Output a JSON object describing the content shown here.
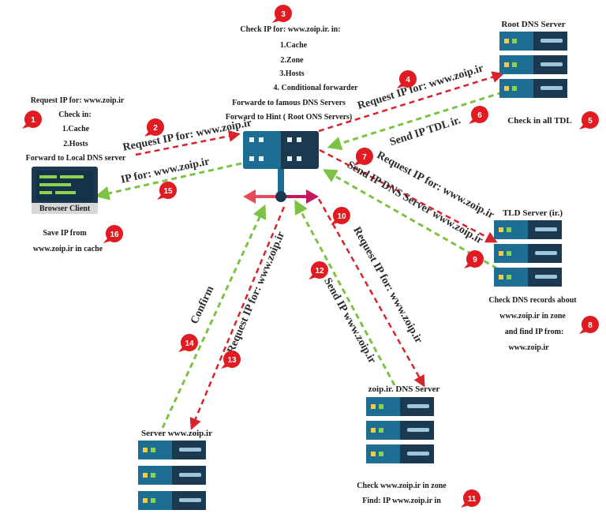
{
  "colors": {
    "red_arrow": "#d9232a",
    "green_arrow": "#7cc243",
    "badge": "#e01b22",
    "server_dark": "#1b3a52",
    "server_light": "#1e6e94",
    "led_yellow": "#f7c948",
    "led_green": "#8bd34c"
  },
  "nodes": {
    "central_notes": {
      "lines": [
        "Check IP for: www.zoip.ir. in:",
        "1.Cache",
        "2.Zone",
        "3.Hosts",
        "4. Conditional forwarder",
        "Forwarde to famous DNS Servers",
        "Forward to Hint ( Root ONS Servers)"
      ]
    },
    "root": {
      "title": "Root DNS Server",
      "note": "Check in all TDL"
    },
    "client_notes": {
      "lines": [
        "Request IP for: www.zoip.ir",
        "Check in:",
        "1.Cache",
        "2.Hosts",
        "Forward to Local DNS server"
      ]
    },
    "client": {
      "title": "Browser Client",
      "note_lines": [
        "Save IP from",
        "www.zoip.ir in cache"
      ]
    },
    "tld": {
      "title": "TLD Server (ir.)",
      "note_lines": [
        "Check DNS records about",
        "www.zoip.ir in zone",
        "and find IP from:",
        "www.zoip.ir"
      ]
    },
    "zoip_dns": {
      "title": "zoip.ir. DNS Server",
      "note_lines": [
        "Check www.zoip.ir in zone",
        "Find: IP www.zoip.ir in"
      ]
    },
    "web_server": {
      "title": "Server www.zoip.ir"
    }
  },
  "arrow_labels": {
    "a2": "Request IP for: www.zoip.ir",
    "a4": "Request IP for: www.zoip.ir",
    "a6": "Send IP TDL ir.",
    "a7": "Request IP for: www.zoip.ir",
    "a9": "Send IP DNS Server www.zoip.ir",
    "a10": "Request IP for: www.zoip.ir",
    "a12": "Send IP www.zoip.ir",
    "a13": "Request IP for: www.zoip.ir",
    "a14": "Confirm",
    "a15": "IP for: www.zoip.ir"
  },
  "badges": [
    "1",
    "2",
    "3",
    "4",
    "5",
    "6",
    "7",
    "8",
    "9",
    "10",
    "11",
    "12",
    "13",
    "14",
    "15",
    "16"
  ]
}
